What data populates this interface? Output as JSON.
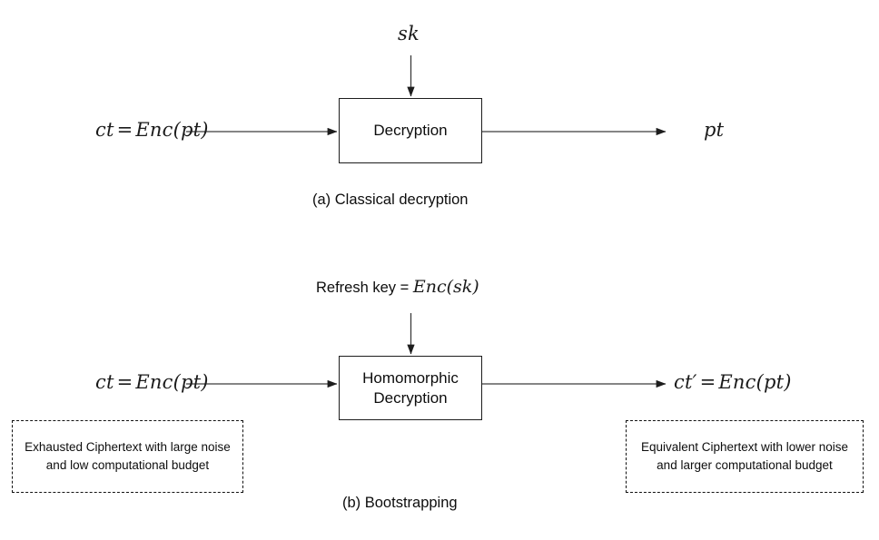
{
  "figure": {
    "title": "Bootstrapping versus classical decryption",
    "background_color": "#ffffff",
    "line_color": "#3c3c3c",
    "box_border_color": "#1d1d1d",
    "text_color": "#0d0d0d"
  },
  "panel_a": {
    "caption": "(a) Classical decryption",
    "key_label_math": "sk",
    "input_label": {
      "lhs": "ct",
      "operator": "=",
      "rhs": "Enc(pt)",
      "full": "ct = Enc(pt)"
    },
    "process_box_label": "Decryption",
    "output_label": {
      "full": "pt"
    },
    "arrows": [
      {
        "name": "key-arrow",
        "direction": "down"
      },
      {
        "name": "input-arrow",
        "direction": "right"
      },
      {
        "name": "output-arrow",
        "direction": "right"
      }
    ]
  },
  "panel_b": {
    "caption": "(b) Bootstrapping",
    "key_label": {
      "prefix": "Refresh key =",
      "math": "Enc(sk)",
      "full": "Refresh key = Enc(sk)"
    },
    "input_label": {
      "lhs": "ct",
      "operator": "=",
      "rhs": "Enc(pt)",
      "full": "ct = Enc(pt)"
    },
    "process_box_line1": "Homomorphic",
    "process_box_line2": "Decryption",
    "output_label": {
      "lhs": "ct",
      "prime": "′",
      "operator": "=",
      "rhs": "Enc(pt)",
      "full": "ct′ = Enc(pt)"
    },
    "input_note": "Exhausted Ciphertext with large noise and low computational budget",
    "output_note": "Equivalent Ciphertext with lower noise and larger computational budget",
    "arrows": [
      {
        "name": "refresh-key-arrow",
        "direction": "down"
      },
      {
        "name": "input-arrow",
        "direction": "right"
      },
      {
        "name": "output-arrow",
        "direction": "right"
      }
    ]
  }
}
